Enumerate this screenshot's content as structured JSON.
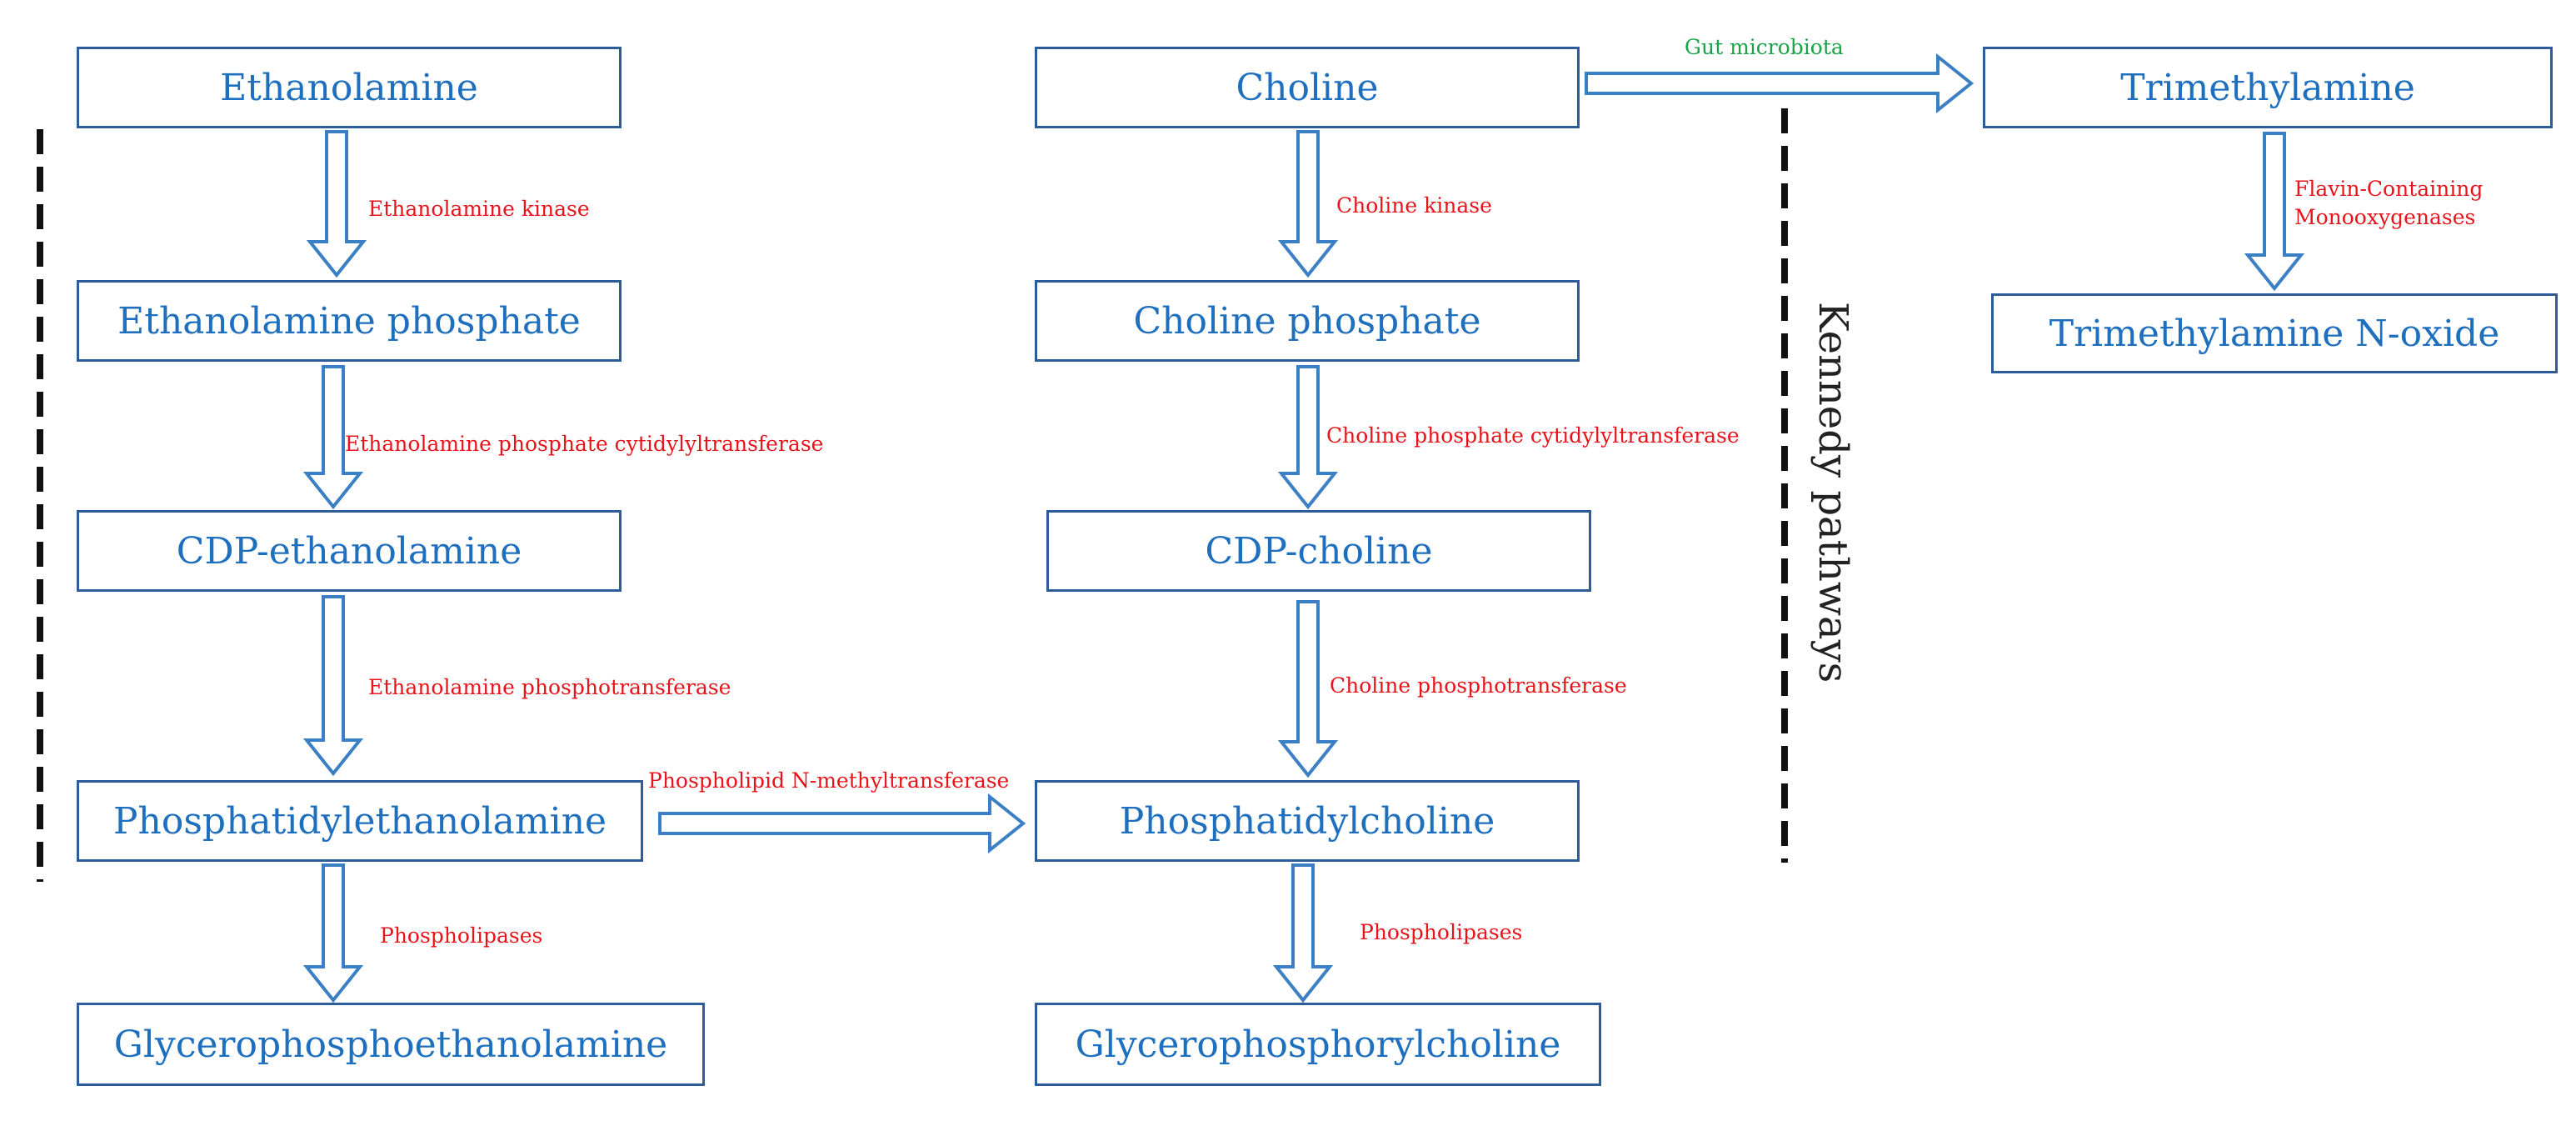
{
  "colors": {
    "box_text": "#1f6fbf",
    "box_border": "#2e5b9a",
    "arrow": "#3b7fc4",
    "enzyme_text": "#e8141b",
    "microbiota_text": "#1aa34a",
    "divider": "#111111"
  },
  "nodes": {
    "ethanolamine": "Ethanolamine",
    "ethanolamine_phosphate": "Ethanolamine phosphate",
    "cdp_ethanolamine": "CDP-ethanolamine",
    "phosphatidylethanolamine": "Phosphatidylethanolamine",
    "glycerophosphoethanolamine": "Glycerophosphoethanolamine",
    "choline": "Choline",
    "choline_phosphate": "Choline phosphate",
    "cdp_choline": "CDP-choline",
    "phosphatidylcholine": "Phosphatidylcholine",
    "glycerophosphorylcholine": "Glycerophosphorylcholine",
    "trimethylamine": "Trimethylamine",
    "trimethylamine_n_oxide": "Trimethylamine N-oxide"
  },
  "enzymes": {
    "ethanolamine_kinase": "Ethanolamine kinase",
    "ethanolamine_phosphate_cytidylyltransferase": "Ethanolamine phosphate cytidylyltransferase",
    "ethanolamine_phosphotransferase": "Ethanolamine phosphotransferase",
    "phospholipid_n_methyltransferase": "Phospholipid N-methyltransferase",
    "phospholipases_left": "Phospholipases",
    "choline_kinase": "Choline kinase",
    "choline_phosphate_cytidylyltransferase": "Choline phosphate cytidylyltransferase",
    "choline_phosphotransferase": "Choline phosphotransferase",
    "phospholipases_right": "Phospholipases",
    "fmo_line1": "Flavin-Containing",
    "fmo_line2": "Monooxygenases"
  },
  "gut_microbiota": "Gut microbiota",
  "side_title": "Kennedy pathways",
  "icons": {
    "arrow": "hollow-arrow-icon",
    "divider": "dashed-divider"
  }
}
